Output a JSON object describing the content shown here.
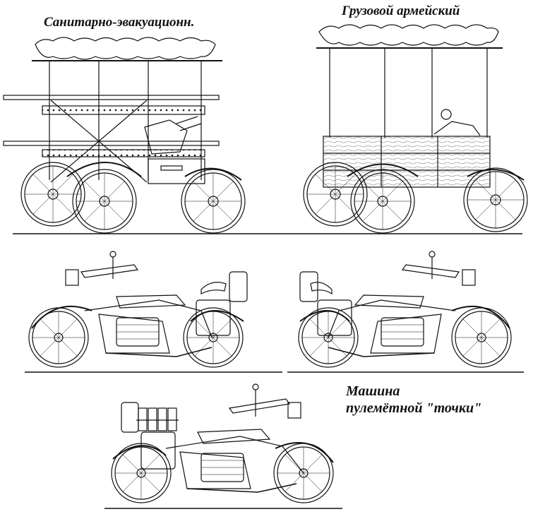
{
  "captions": {
    "medical": "Санитарно-эвакуационн.",
    "cargo": "Грузовой армейский",
    "mg_line1": "Машина",
    "mg_line2": "пулемётной \"точки\""
  },
  "colors": {
    "ink": "#111111",
    "background": "#ffffff",
    "hatch": "#777777"
  },
  "drawings": [
    {
      "id": "medical-sidecar",
      "kind": "tricycle-stretcher"
    },
    {
      "id": "cargo-sidecar",
      "kind": "tricycle-cargo-box"
    },
    {
      "id": "motorcycle-left",
      "kind": "motorcycle-right-facing"
    },
    {
      "id": "motorcycle-right",
      "kind": "motorcycle-left-facing"
    },
    {
      "id": "mg-motorcycle",
      "kind": "motorcycle-ammo-boxes"
    }
  ]
}
